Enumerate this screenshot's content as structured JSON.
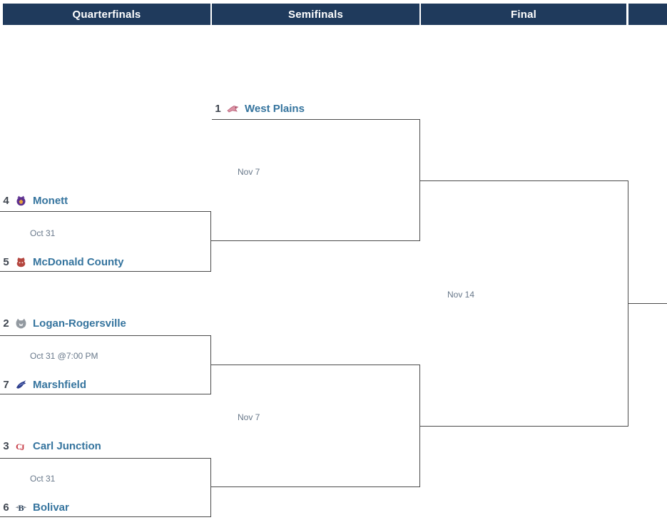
{
  "header": {
    "columns": [
      "Quarterfinals",
      "Semifinals",
      "Final",
      ""
    ]
  },
  "bracket": {
    "rounds": [
      "Quarterfinals",
      "Semifinals",
      "Final"
    ],
    "quarterfinals": [
      {
        "date": "Oct 31",
        "top": {
          "seed": "4",
          "name": "Monett",
          "icon": "monett-logo-icon"
        },
        "bottom": {
          "seed": "5",
          "name": "McDonald County",
          "icon": "mcdonald-county-logo-icon"
        }
      },
      {
        "date": "Oct 31 @7:00 PM",
        "top": {
          "seed": "2",
          "name": "Logan-Rogersville",
          "icon": "logan-rogersville-logo-icon"
        },
        "bottom": {
          "seed": "7",
          "name": "Marshfield",
          "icon": "marshfield-logo-icon"
        }
      },
      {
        "date": "Oct 31",
        "top": {
          "seed": "3",
          "name": "Carl Junction",
          "icon": "carl-junction-logo-icon"
        },
        "bottom": {
          "seed": "6",
          "name": "Bolivar",
          "icon": "bolivar-logo-icon"
        }
      }
    ],
    "semifinals": [
      {
        "date": "Nov 7",
        "top": {
          "seed": "1",
          "name": "West Plains",
          "icon": "west-plains-logo-icon"
        }
      },
      {
        "date": "Nov 7"
      }
    ],
    "final": {
      "date": "Nov 14"
    }
  },
  "colors": {
    "header_bg": "#1f3a5c",
    "header_text": "#ffffff",
    "team_link": "#35749e",
    "seed": "#3f4650",
    "date": "#68788a",
    "line": "#4a4a4a"
  }
}
